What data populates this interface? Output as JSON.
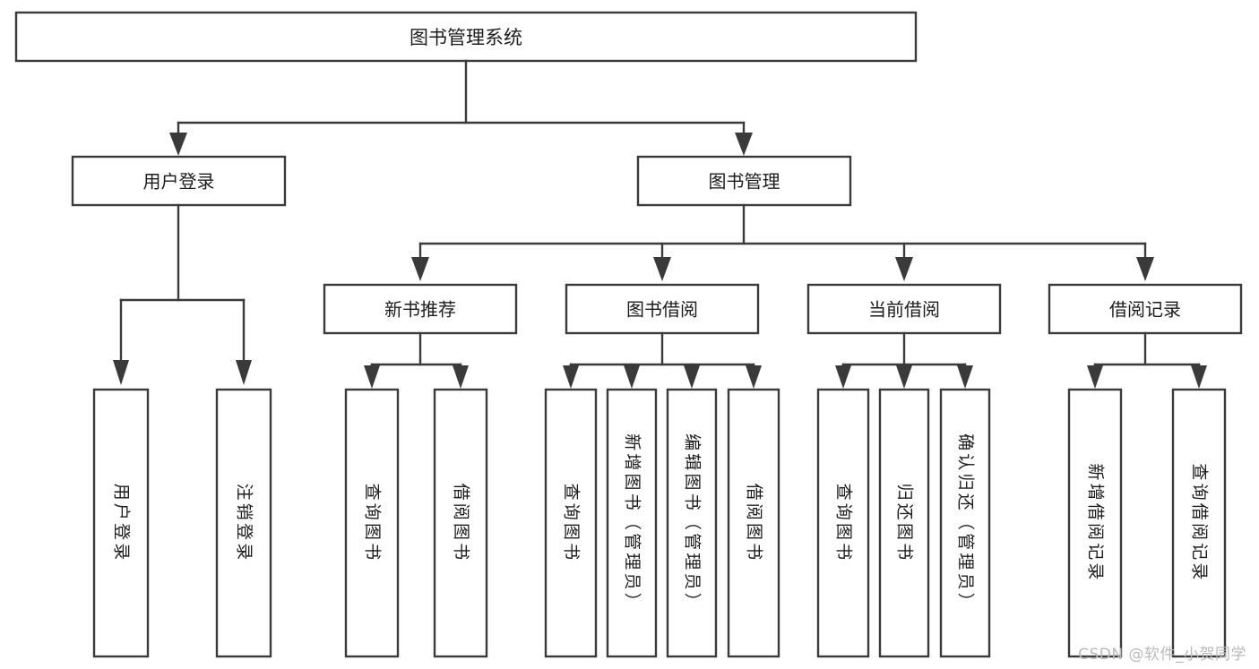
{
  "diagram": {
    "type": "tree",
    "title": "图书管理系统",
    "watermark": "CSDN @软件_小贺同学",
    "colors": {
      "stroke": "#3a3a3a",
      "fill": "#ffffff",
      "text": "#1c1c1c",
      "watermark": "#b9b9b9",
      "background": "#ffffff"
    },
    "root": {
      "label": "图书管理系统"
    },
    "level2": [
      {
        "label": "用户登录"
      },
      {
        "label": "图书管理"
      }
    ],
    "level3": [
      {
        "label": "新书推荐"
      },
      {
        "label": "图书借阅"
      },
      {
        "label": "当前借阅"
      },
      {
        "label": "借阅记录"
      }
    ],
    "leaves": {
      "user_login": [
        {
          "label": "用户登录"
        },
        {
          "label": "注销登录"
        }
      ],
      "new_book_recommend": [
        {
          "label": "查询图书"
        },
        {
          "label": "借阅图书"
        }
      ],
      "book_borrow": [
        {
          "label": "查询图书"
        },
        {
          "label": "新增图书（管理员）"
        },
        {
          "label": "编辑图书（管理员）"
        },
        {
          "label": "借阅图书"
        }
      ],
      "current_borrow": [
        {
          "label": "查询图书"
        },
        {
          "label": "归还图书"
        },
        {
          "label": "确认归还（管理员）"
        }
      ],
      "borrow_record": [
        {
          "label": "新增借阅记录"
        },
        {
          "label": "查询借阅记录"
        }
      ]
    }
  }
}
